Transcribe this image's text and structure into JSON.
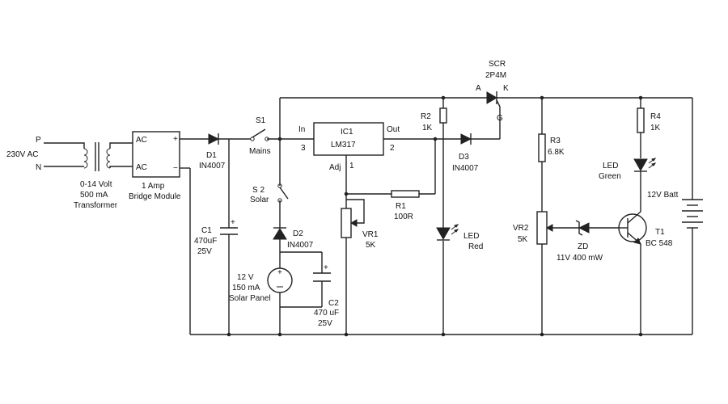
{
  "transformer": {
    "p": "P",
    "n": "N",
    "input": "230V AC",
    "rating1": "0-14 Volt",
    "rating2": "500 mA",
    "name": "Transformer"
  },
  "bridge": {
    "ac1": "AC",
    "ac2": "AC",
    "plus": "+",
    "minus": "−",
    "rating": "1 Amp",
    "name": "Bridge Module"
  },
  "d1": {
    "ref": "D1",
    "part": "IN4007"
  },
  "c1": {
    "ref": "C1",
    "value": "470uF",
    "voltage": "25V"
  },
  "s1": {
    "ref": "S1",
    "label": "Mains"
  },
  "s2": {
    "ref": "S 2",
    "label": "Solar"
  },
  "d2": {
    "ref": "D2",
    "part": "IN4007"
  },
  "solar": {
    "voltage": "12 V",
    "current": "150 mA",
    "name": "Solar Panel"
  },
  "c2": {
    "ref": "C2",
    "value": "470 uF",
    "voltage": "25V"
  },
  "ic1": {
    "ref": "IC1",
    "part": "LM317",
    "pin_in": "In",
    "pin_out": "Out",
    "pin_adj": "Adj",
    "pin3": "3",
    "pin2": "2",
    "pin1": "1"
  },
  "vr1": {
    "ref": "VR1",
    "value": "5K"
  },
  "r1": {
    "ref": "R1",
    "value": "100R"
  },
  "r2": {
    "ref": "R2",
    "value": "1K"
  },
  "d3": {
    "ref": "D3",
    "part": "IN4007"
  },
  "led_red": {
    "ref": "LED",
    "color": "Red"
  },
  "scr": {
    "ref": "SCR",
    "part": "2P4M",
    "a": "A",
    "k": "K",
    "g": "G"
  },
  "r3": {
    "ref": "R3",
    "value": "6.8K"
  },
  "vr2": {
    "ref": "VR2",
    "value": "5K"
  },
  "zd": {
    "ref": "ZD",
    "rating": "11V 400 mW"
  },
  "r4": {
    "ref": "R4",
    "value": "1K"
  },
  "led_green": {
    "ref": "LED",
    "color": "Green"
  },
  "t1": {
    "ref": "T1",
    "part": "BC 548"
  },
  "battery": {
    "label": "12V Batt"
  }
}
